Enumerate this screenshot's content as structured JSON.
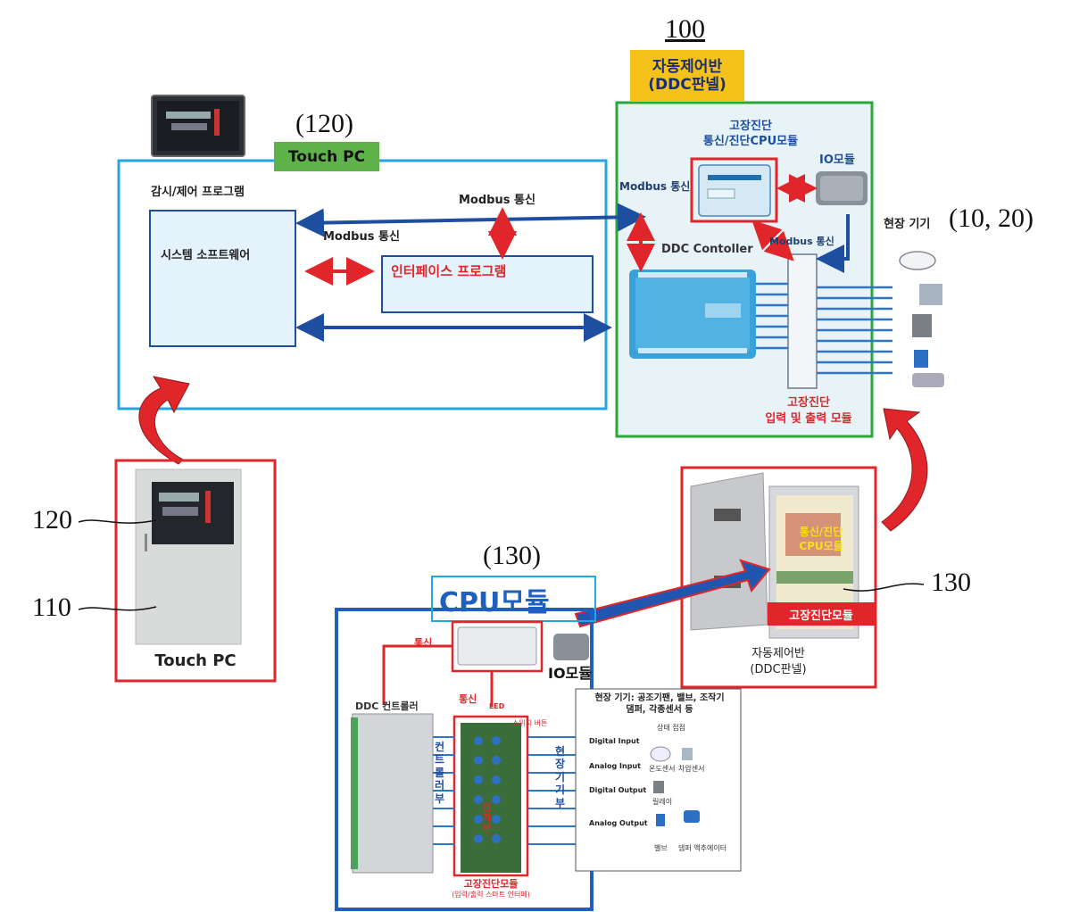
{
  "top_right": {
    "ref_number": "100",
    "panel_tag_line1": "자동제어반",
    "panel_tag_line2": "(DDC판넬)",
    "fault_cpu_line1": "고장진단",
    "fault_cpu_line2": "통신/진단CPU모듈",
    "io_module": "IO모듈",
    "modbus_left": "Modbus 통신",
    "modbus_lower": "Modbus 통신",
    "ddc_controller": "DDC Contoller",
    "fault_io_line1": "고장진단",
    "fault_io_line2": "입력 및 출력 모듈",
    "field_devices_label": "현장 기기",
    "field_devices_ref": "(10, 20)"
  },
  "top_left": {
    "ref_120": "(120)",
    "touchpc_tag": "Touch PC",
    "monitor_program": "감시/제어 프로그램",
    "system_software": "시스템 소프트웨어",
    "modbus_top": "Modbus 통신",
    "modbus_mid": "Modbus  통신",
    "interface_program": "인터페이스 프로그램"
  },
  "left": {
    "ref_120": "120",
    "ref_110": "110",
    "touchpc_caption": "Touch PC"
  },
  "bottom": {
    "ref_130_top": "(130)",
    "cpu_module_title": "CPU모듈",
    "tongsin_top": "통신",
    "io_module": "IO모듈",
    "ddc_controller_kr": "DDC 컨트롤러",
    "tongsin_mid": "통신",
    "led": "LED",
    "switch_label": "스위치 버튼",
    "controller_vertical": "컨트롤러부",
    "field_vertical": "현장기기부",
    "detect_vertical": "감지부",
    "fault_module": "고장진단모듈",
    "fault_module_sub": "(입력/출력 스마트 인터페)",
    "field_header_line1": "현장 기기: 공조기팬, 밸브, 조작기",
    "field_header_line2": "댐퍼, 각종센서 등",
    "contact": "상태 접점",
    "digital_input": "Digital Input",
    "analog_input": "Analog Input",
    "digital_output": "Digital Output",
    "analog_output": "Analog Output",
    "temp_sensor": "온도센서",
    "pressure_sensor": "차압센서",
    "relay": "릴레이",
    "valve": "밸브",
    "damper": "댐퍼 액추에이터"
  },
  "bottom_right": {
    "ref_130": "130",
    "yellow_line1": "통신/진단",
    "yellow_line2": "CPU모듈",
    "fault_module_tag": "고장진단모듈",
    "panel_caption_line1": "자동제어반",
    "panel_caption_line2": "(DDC판넬)"
  },
  "colors": {
    "light_blue": "#25a6e0",
    "green": "#2aa83a",
    "red": "#e0262b",
    "navy": "#1d4ea0",
    "yellow": "#f4c21a"
  }
}
